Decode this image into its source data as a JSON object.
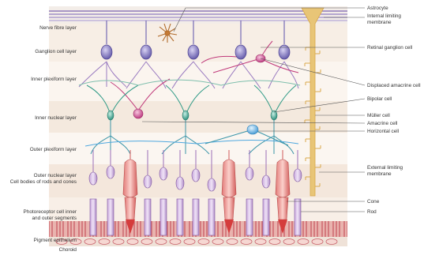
{
  "left_labels": {
    "nerve_fibre": "Nerve fibre layer",
    "ganglion": "Ganglion cell layer",
    "inner_plexiform": "Inner plexiform layer",
    "inner_nuclear": "Inner nuclear layer",
    "outer_plexiform": "Outer plexiform layer",
    "outer_nuclear_1": "Outer nuclear layer",
    "outer_nuclear_2": "Cell bodies of rods and cones",
    "photoreceptor_1": "Photoreceptor cell inner",
    "photoreceptor_2": "and outer segments",
    "pigment": "Pigment epithelium",
    "choroid": "Choroid"
  },
  "right_labels": {
    "astrocyte": "Astrocyte",
    "internal_limiting_1": "Internal limiting",
    "internal_limiting_2": "membrane",
    "retinal_ganglion": "Retinal ganglion cell",
    "displaced_amacrine": "Displaced amacrine cell",
    "bipolar": "Bipolar cell",
    "muller": "Müller cell",
    "amacrine": "Amacrine cell",
    "horizontal": "Horizontal cell",
    "external_limiting_1": "External limiting",
    "external_limiting_2": "membrane",
    "cone": "Cone",
    "rod": "Rod"
  },
  "colors": {
    "ganglion": "#6a5fb0",
    "amacrine": "#c0397a",
    "bipolar": "#2f9a86",
    "horizontal": "#4fa8df",
    "rod": "#9b6fb8",
    "cone": "#e06060",
    "muller": "#d8a84a",
    "pigment": "#c8606a"
  }
}
